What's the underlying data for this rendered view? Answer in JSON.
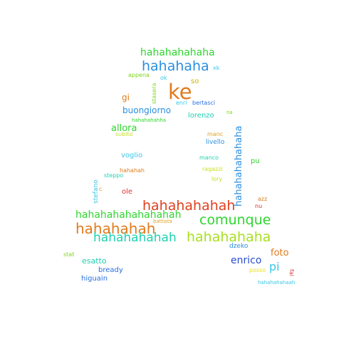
{
  "words": [
    {
      "id": "w01",
      "text": "hahahahahaha",
      "color": "#2fd52f"
    },
    {
      "id": "w02",
      "text": "hahahaha",
      "color": "#2a8fe0"
    },
    {
      "id": "w03",
      "text": "xk",
      "color": "#39c7e8"
    },
    {
      "id": "w04",
      "text": "appena",
      "color": "#7ed321"
    },
    {
      "id": "w05",
      "text": "ok",
      "color": "#39c7e8"
    },
    {
      "id": "w06",
      "text": "stasera",
      "color": "#7ed321"
    },
    {
      "id": "w07",
      "text": "ke",
      "color": "#e07b1d"
    },
    {
      "id": "w08",
      "text": "so",
      "color": "#c8b400"
    },
    {
      "id": "w09",
      "text": "gi",
      "color": "#e07b1d"
    },
    {
      "id": "w10",
      "text": "enri",
      "color": "#39c7e8"
    },
    {
      "id": "w11",
      "text": "bertasci",
      "color": "#2a6fe0"
    },
    {
      "id": "w12",
      "text": "buongiorno",
      "color": "#2a8fe0"
    },
    {
      "id": "w13",
      "text": "lorenzo",
      "color": "#20d0b0"
    },
    {
      "id": "w14",
      "text": "na",
      "color": "#7ed321"
    },
    {
      "id": "w15",
      "text": "hahahahahha",
      "color": "#2fd52f"
    },
    {
      "id": "w16",
      "text": "allora",
      "color": "#2fd52f"
    },
    {
      "id": "w17",
      "text": "subito",
      "color": "#c8e020"
    },
    {
      "id": "w18",
      "text": "manc",
      "color": "#e0a020"
    },
    {
      "id": "w19",
      "text": "livello",
      "color": "#2a8fe0"
    },
    {
      "id": "w20",
      "text": "hahahahahahaha",
      "color": "#2a8fe0"
    },
    {
      "id": "w21",
      "text": "voglio",
      "color": "#39c7e8"
    },
    {
      "id": "w22",
      "text": "manco",
      "color": "#20d0b0"
    },
    {
      "id": "w23",
      "text": "pu",
      "color": "#2fd52f"
    },
    {
      "id": "w24",
      "text": "hahahah",
      "color": "#e07b1d"
    },
    {
      "id": "w25",
      "text": "ragazzi",
      "color": "#c8e020"
    },
    {
      "id": "w26",
      "text": "steppo",
      "color": "#20d0b0"
    },
    {
      "id": "w27",
      "text": "stefano",
      "color": "#39c7e8"
    },
    {
      "id": "w28",
      "text": "c",
      "color": "#e0a020"
    },
    {
      "id": "w29",
      "text": "lory",
      "color": "#c8e020"
    },
    {
      "id": "w30",
      "text": "ole",
      "color": "#e03030"
    },
    {
      "id": "w31",
      "text": "azz",
      "color": "#e07b1d"
    },
    {
      "id": "w32",
      "text": "nu",
      "color": "#e03030"
    },
    {
      "id": "w33",
      "text": "hahahahahah",
      "color": "#e04020"
    },
    {
      "id": "w34",
      "text": "hahahahahahahahah",
      "color": "#2fd52f"
    },
    {
      "id": "w35",
      "text": "comunque",
      "color": "#2fd52f"
    },
    {
      "id": "w36",
      "text": "battista",
      "color": "#e0a020"
    },
    {
      "id": "w37",
      "text": "hahahahah",
      "color": "#e07b1d"
    },
    {
      "id": "w38",
      "text": "hahahahahah",
      "color": "#20d0b0"
    },
    {
      "id": "w39",
      "text": "hahahahaha",
      "color": "#a8e020"
    },
    {
      "id": "w40",
      "text": "dzeko",
      "color": "#2a8fe0"
    },
    {
      "id": "w41",
      "text": "foto",
      "color": "#e07b1d"
    },
    {
      "id": "w42",
      "text": "stat",
      "color": "#7ed321"
    },
    {
      "id": "w43",
      "text": "esatto",
      "color": "#20d0b0"
    },
    {
      "id": "w44",
      "text": "enrico",
      "color": "#2a4fd0"
    },
    {
      "id": "w45",
      "text": "pi",
      "color": "#39c7e8"
    },
    {
      "id": "w46",
      "text": "posso",
      "color": "#e8e020"
    },
    {
      "id": "w47",
      "text": "fai",
      "color": "#e03030"
    },
    {
      "id": "w48",
      "text": "bready",
      "color": "#2a6fe0"
    },
    {
      "id": "w49",
      "text": "higuain",
      "color": "#2a6fe0"
    },
    {
      "id": "w50",
      "text": "hahahahahaah",
      "color": "#39c7e8"
    }
  ]
}
